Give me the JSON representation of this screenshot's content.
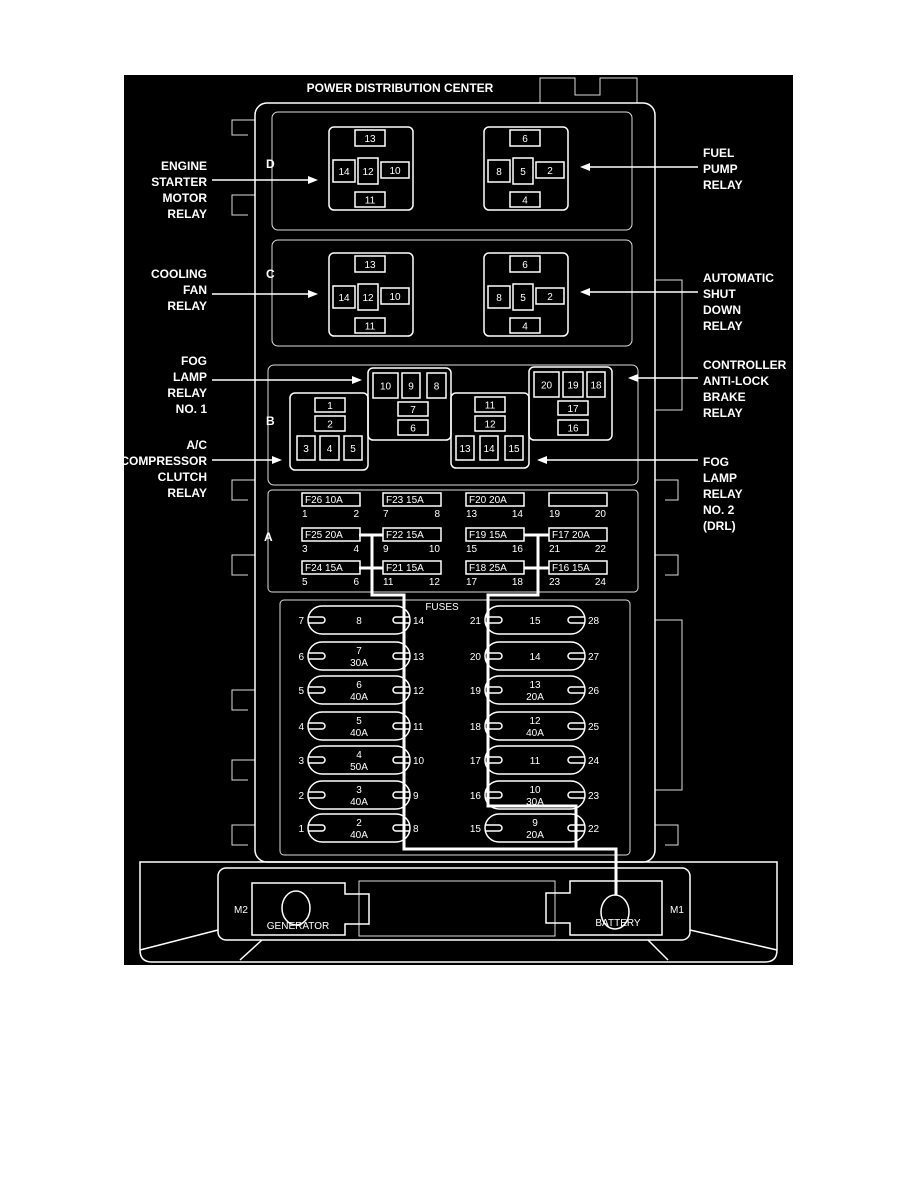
{
  "title": "POWER DISTRIBUTION CENTER",
  "colors": {
    "background": "#000000",
    "line": "#ffffff",
    "page": "#ffffff"
  },
  "sections": {
    "d": "D",
    "c": "C",
    "b": "B",
    "a": "A"
  },
  "left_labels": [
    {
      "id": "engine-starter-motor-relay",
      "lines": [
        "ENGINE",
        "STARTER",
        "MOTOR",
        "RELAY"
      ]
    },
    {
      "id": "cooling-fan-relay",
      "lines": [
        "COOLING",
        "FAN",
        "RELAY"
      ]
    },
    {
      "id": "fog-lamp-relay-no1",
      "lines": [
        "FOG",
        "LAMP",
        "RELAY",
        "NO. 1"
      ]
    },
    {
      "id": "ac-compressor-clutch-relay",
      "lines": [
        "A/C",
        "COMPRESSOR",
        "CLUTCH",
        "RELAY"
      ]
    }
  ],
  "right_labels": [
    {
      "id": "fuel-pump-relay",
      "lines": [
        "FUEL",
        "PUMP",
        "RELAY"
      ]
    },
    {
      "id": "automatic-shut-down-relay",
      "lines": [
        "AUTOMATIC",
        "SHUT",
        "DOWN",
        "RELAY"
      ]
    },
    {
      "id": "controller-anti-lock-brake-relay",
      "lines": [
        "CONTROLLER",
        "ANTI-LOCK",
        "BRAKE",
        "RELAY"
      ]
    },
    {
      "id": "fog-lamp-relay-no2",
      "lines": [
        "FOG",
        "LAMP",
        "RELAY",
        "NO. 2",
        "(DRL)"
      ]
    }
  ],
  "relay_terminals": {
    "d_left": [
      "13",
      "14",
      "12",
      "10",
      "11"
    ],
    "d_right": [
      "6",
      "8",
      "5",
      "2",
      "4"
    ],
    "c_left": [
      "13",
      "14",
      "12",
      "10",
      "11"
    ],
    "c_right": [
      "6",
      "8",
      "5",
      "2",
      "4"
    ],
    "b1": [
      "1",
      "2",
      "3",
      "4",
      "5"
    ],
    "b2": [
      "10",
      "9",
      "8",
      "7",
      "6"
    ],
    "b3": [
      "11",
      "12",
      "13",
      "14",
      "15"
    ],
    "b4": [
      "20",
      "19",
      "18",
      "17",
      "16"
    ]
  },
  "mini_fuses": [
    {
      "label": "F26 10A",
      "left": "1",
      "right": "2"
    },
    {
      "label": "F23 15A",
      "left": "7",
      "right": "8"
    },
    {
      "label": "F20 20A",
      "left": "13",
      "right": "14"
    },
    {
      "label": "",
      "left": "19",
      "right": "20"
    },
    {
      "label": "F25 20A",
      "left": "3",
      "right": "4"
    },
    {
      "label": "F22 15A",
      "left": "9",
      "right": "10"
    },
    {
      "label": "F19 15A",
      "left": "15",
      "right": "16"
    },
    {
      "label": "F17 20A",
      "left": "21",
      "right": "22"
    },
    {
      "label": "F24 15A",
      "left": "5",
      "right": "6"
    },
    {
      "label": "F21 15A",
      "left": "11",
      "right": "12"
    },
    {
      "label": "F18 25A",
      "left": "17",
      "right": "18"
    },
    {
      "label": "F16 15A",
      "left": "23",
      "right": "24"
    }
  ],
  "fuses_label": "FUSES",
  "maxi_fuses_left": [
    {
      "num": "8",
      "amp": "",
      "left": "7",
      "right": "14"
    },
    {
      "num": "7",
      "amp": "30A",
      "left": "6",
      "right": "13"
    },
    {
      "num": "6",
      "amp": "40A",
      "left": "5",
      "right": "12"
    },
    {
      "num": "5",
      "amp": "40A",
      "left": "4",
      "right": "11"
    },
    {
      "num": "4",
      "amp": "50A",
      "left": "3",
      "right": "10"
    },
    {
      "num": "3",
      "amp": "40A",
      "left": "2",
      "right": "9"
    },
    {
      "num": "2",
      "amp": "40A",
      "left": "1",
      "right": "8"
    }
  ],
  "maxi_fuses_right": [
    {
      "num": "15",
      "amp": "",
      "left": "21",
      "right": "28"
    },
    {
      "num": "14",
      "amp": "",
      "left": "20",
      "right": "27"
    },
    {
      "num": "13",
      "amp": "20A",
      "left": "19",
      "right": "26"
    },
    {
      "num": "12",
      "amp": "40A",
      "left": "18",
      "right": "25"
    },
    {
      "num": "11",
      "amp": "",
      "left": "17",
      "right": "24"
    },
    {
      "num": "10",
      "amp": "30A",
      "left": "16",
      "right": "23"
    },
    {
      "num": "9",
      "amp": "20A",
      "left": "15",
      "right": "22"
    }
  ],
  "base": {
    "m2": "M2",
    "m1": "M1",
    "generator": "GENERATOR",
    "battery": "BATTERY"
  }
}
